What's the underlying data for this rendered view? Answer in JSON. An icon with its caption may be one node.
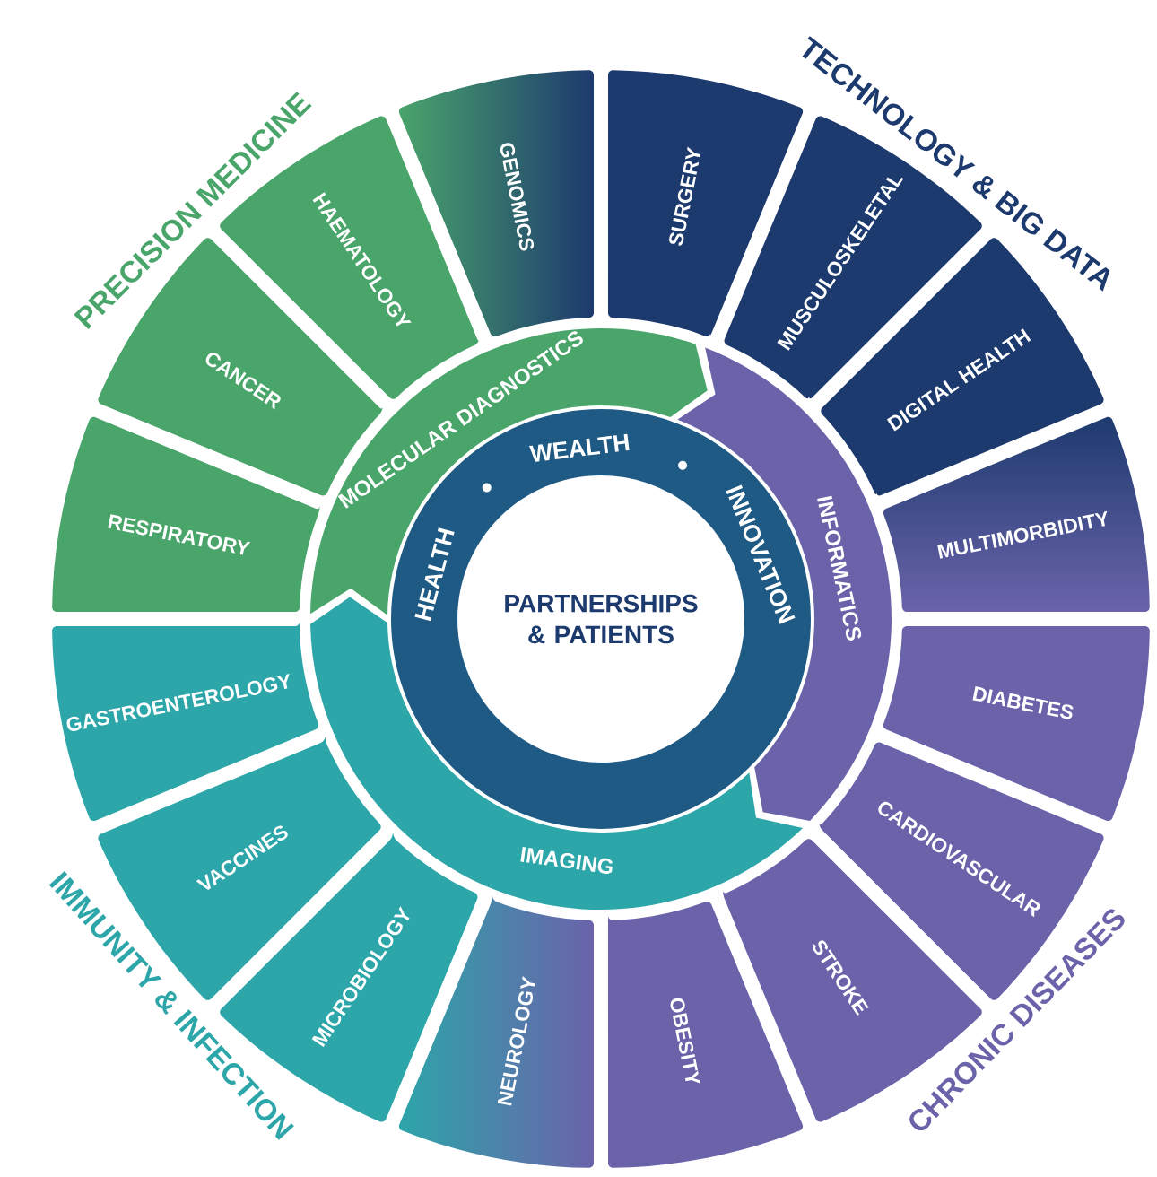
{
  "diagram": {
    "nodes": [
      {
        "text": [
          "HEALTH",
          "WEALTH",
          "INNOVATION"
        ]
      },
      {
        "text": [
          "PARTNERSHIPS & PATIENTS"
        ],
        "in": 0
      },
      {
        "text": [
          "MOLECULAR DIAGNOSTICS"
        ]
      },
      {
        "text": [
          "INFORMATICS"
        ]
      },
      {
        "text": [
          "IMAGING"
        ]
      },
      {
        "text": [
          "GENOMICS"
        ]
      },
      {
        "text": [
          "SURGERY"
        ]
      },
      {
        "text": [
          "MUSCULOSKELETAL"
        ]
      },
      {
        "text": [
          "DIGITAL HEALTH"
        ]
      },
      {
        "text": [
          "MULTIMORBIDITY"
        ]
      },
      {
        "text": [
          "DIABETES"
        ]
      },
      {
        "text": [
          "CARDIOVASCULAR"
        ]
      },
      {
        "text": [
          "STROKE"
        ]
      },
      {
        "text": [
          "OBESITY"
        ]
      },
      {
        "text": [
          "NEUROLOGY"
        ]
      },
      {
        "text": [
          "MICROBIOLOGY"
        ]
      },
      {
        "text": [
          "VACCINES"
        ]
      },
      {
        "text": [
          "GASTROENTEROLOGY"
        ]
      },
      {
        "text": [
          "RESPIRATORY"
        ]
      },
      {
        "text": [
          "CANCER"
        ]
      },
      {
        "text": [
          "HAEMATOLOGY"
        ]
      }
    ],
    "labels": [
      "PRECISION MEDICINE",
      "TECHNOLOGY & BIG DATA",
      "IMMUNITY & INFECTION",
      "CHRONIC DISEASES"
    ]
  }
}
